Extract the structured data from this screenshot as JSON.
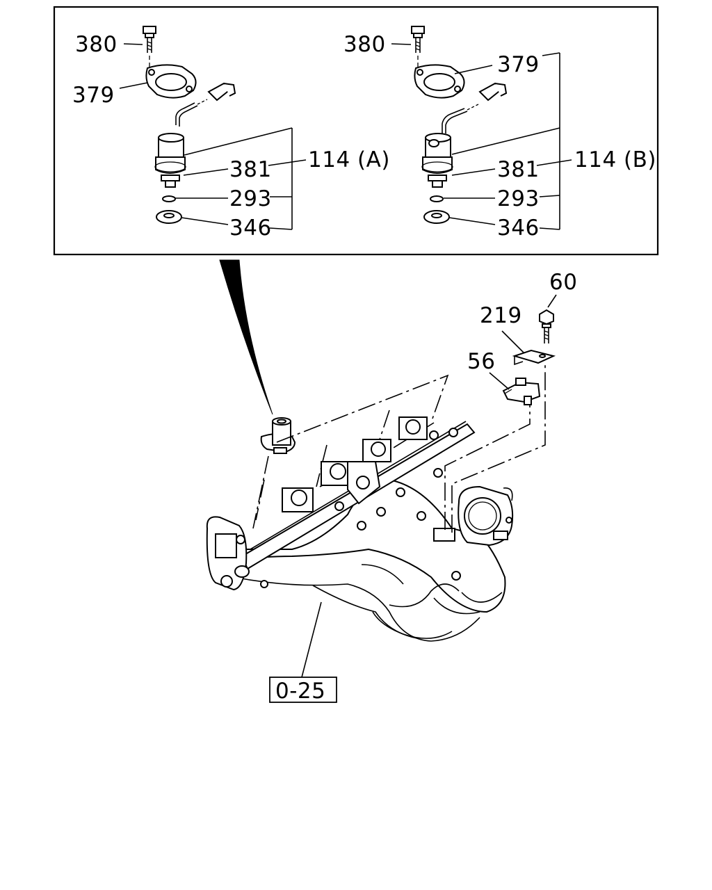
{
  "labels": {
    "a_bolt": "380",
    "a_flange": "379",
    "a_body": "381",
    "a_assy": "114 (A)",
    "a_oring": "293",
    "a_washer": "346",
    "b_bolt": "380",
    "b_flange": "379",
    "b_body": "381",
    "b_assy": "114 (B)",
    "b_oring": "293",
    "b_washer": "346",
    "bolt_60": "60",
    "bracket_219": "219",
    "sensor_56": "56",
    "ref_box": "0-25"
  },
  "icons": [
    "bolt-icon",
    "flange-icon",
    "solenoid-valve-icon",
    "connector-icon",
    "o-ring-icon",
    "washer-icon",
    "bracket-icon",
    "sensor-icon",
    "intake-manifold-icon",
    "throttle-body-icon"
  ],
  "colors": {
    "ink": "#000000",
    "paper": "#ffffff"
  }
}
